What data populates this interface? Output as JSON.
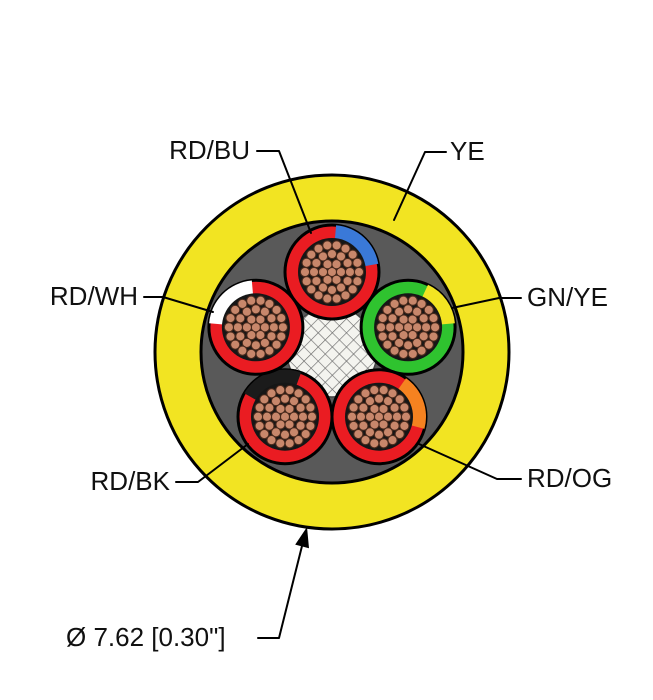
{
  "diagram": {
    "kind": "cable-cross-section",
    "labels": {
      "jacket": "YE",
      "diameter": "Ø 7.62 [0.30\"]"
    },
    "conductors": [
      {
        "position": "top",
        "label": "RD/BU"
      },
      {
        "position": "right",
        "label": "GN/YE"
      },
      {
        "position": "bottom-right",
        "label": "RD/OG"
      },
      {
        "position": "bottom-left",
        "label": "RD/BK"
      },
      {
        "position": "left",
        "label": "RD/WH"
      }
    ],
    "colors": {
      "jacket_yellow": "#f2e422",
      "conductor_red": "#ea1c22",
      "conductor_green": "#2fc32f",
      "stripe_blue": "#3a79d8",
      "stripe_white": "#ffffff",
      "stripe_black": "#1b1b1b",
      "stripe_orange": "#f58220",
      "stripe_yellow": "#f2e422",
      "wrap_gray": "#595959",
      "strand_copper": "#c8876b",
      "filler_white": "#f4f4ef",
      "outline_black": "#000000"
    }
  }
}
